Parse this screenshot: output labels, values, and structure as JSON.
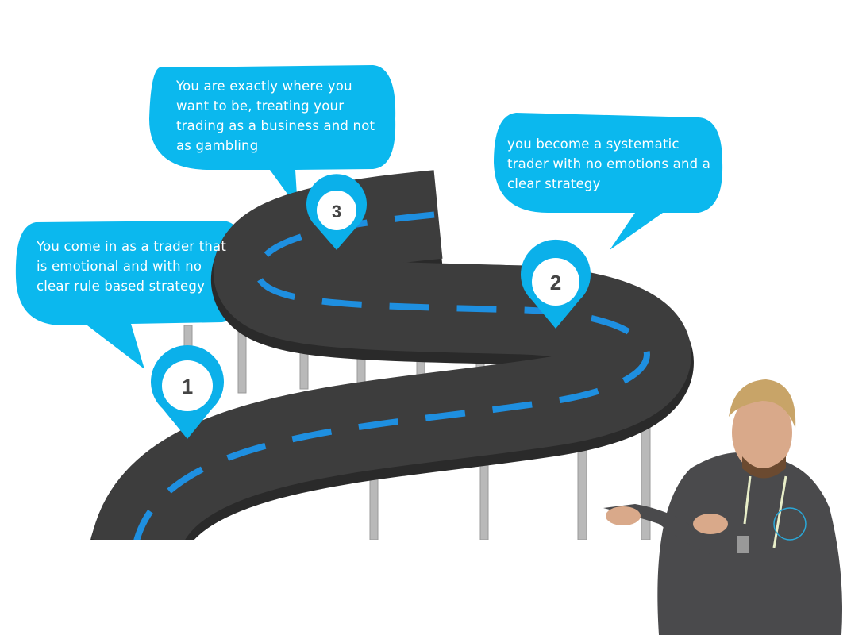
{
  "colors": {
    "bubble": "#0bb8ee",
    "road": "#3b3b3b",
    "road_edge": "#2a2a2a",
    "dash": "#1e8fe0",
    "pillar": "#b9b9b9",
    "pin": "#0bb0ea"
  },
  "bubbles": [
    {
      "id": "step-1",
      "text": "You come in as a trader that is emotional and with no clear rule based strategy"
    },
    {
      "id": "step-2",
      "text": "you become a systematic trader with no emotions and a clear strategy"
    },
    {
      "id": "step-3",
      "text": "You are exactly where you want to be, treating your trading as a business and not as gambling"
    }
  ],
  "pins": [
    {
      "label": "1"
    },
    {
      "label": "2"
    },
    {
      "label": "3"
    }
  ]
}
